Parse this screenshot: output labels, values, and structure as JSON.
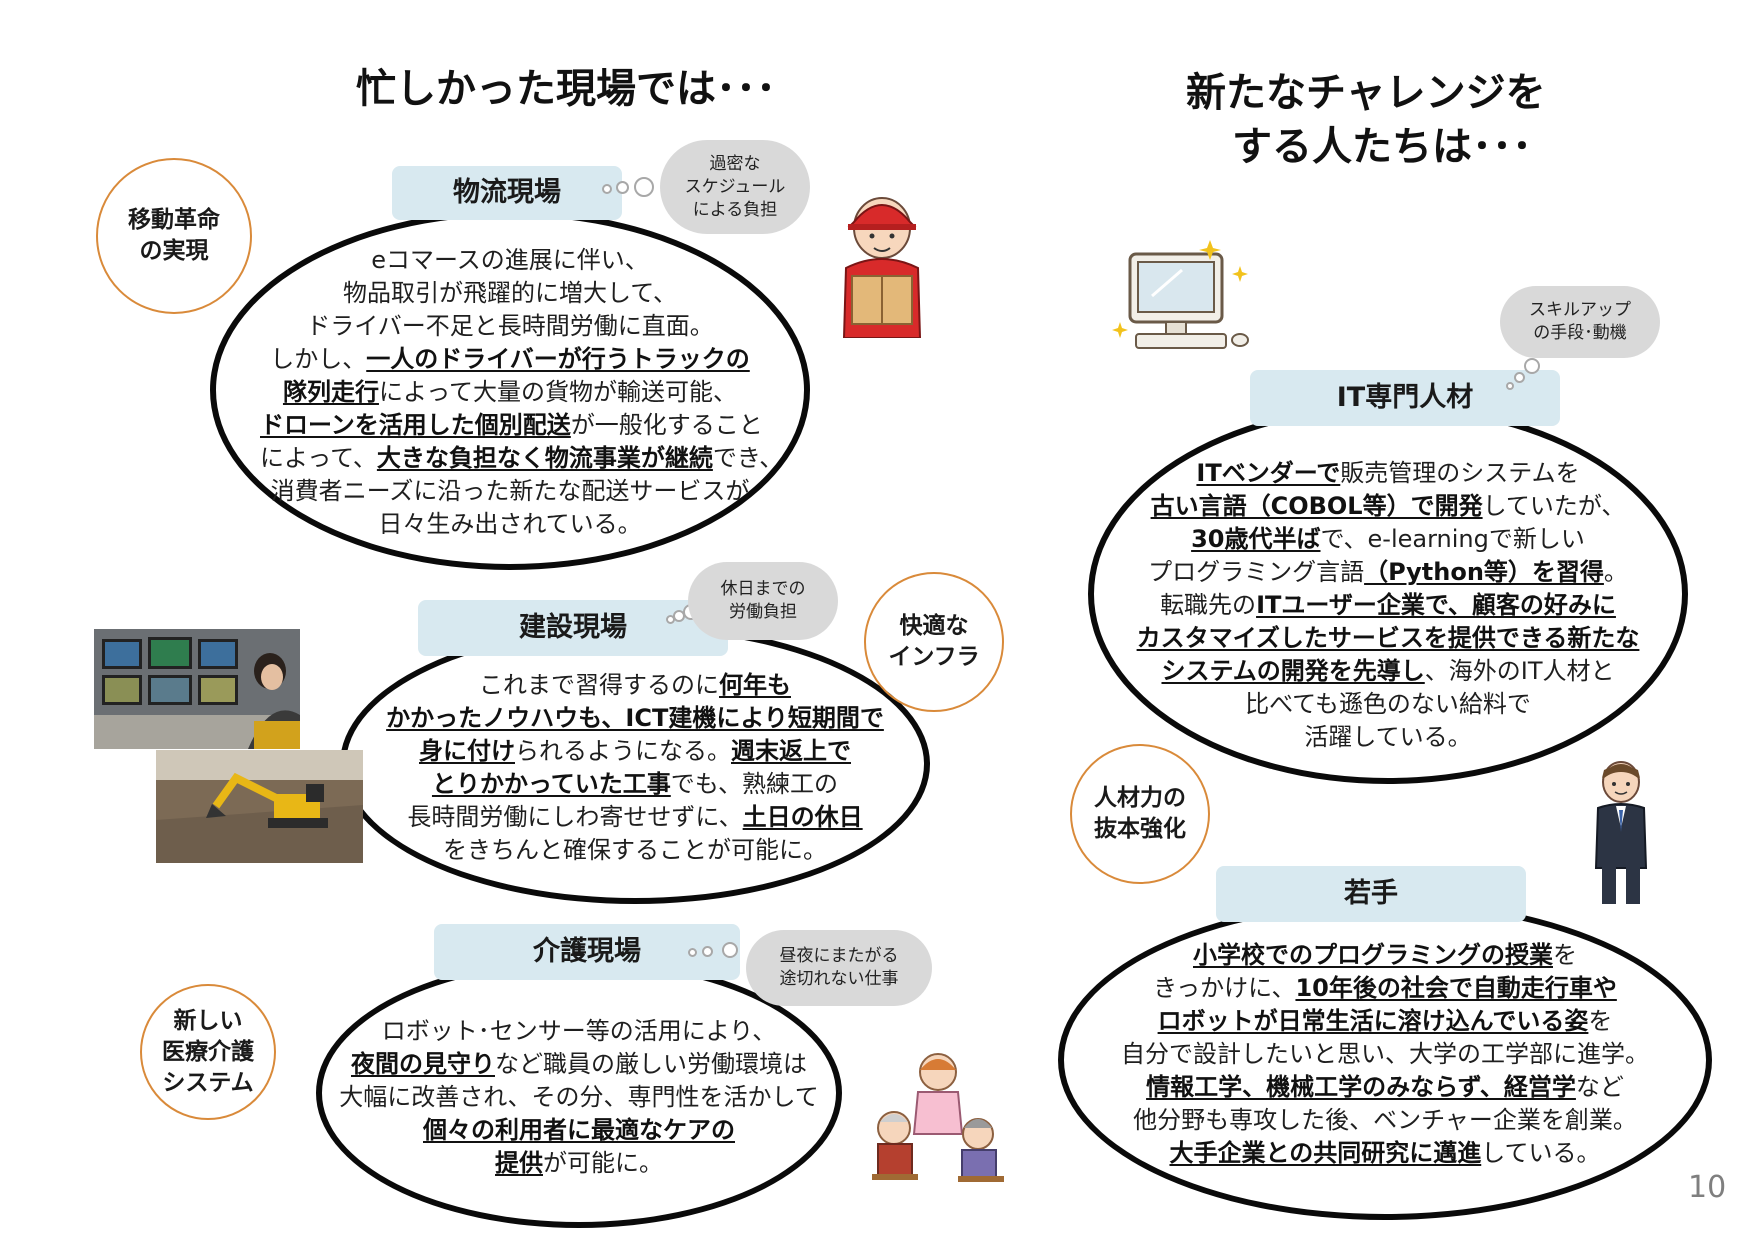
{
  "page_number": "10",
  "left": {
    "heading": "忙しかった現場では･･･",
    "sections": [
      {
        "label": "物流現場",
        "cloud": [
          "過密な",
          "スケジュール",
          "による負担"
        ],
        "circle": [
          "移動革命",
          "の実現"
        ],
        "lines": [
          [
            {
              "t": "eコマースの進展に伴い、"
            }
          ],
          [
            {
              "t": "物品取引が飛躍的に増大して、"
            }
          ],
          [
            {
              "t": "ドライバー不足と長時間労働に直面。"
            }
          ],
          [
            {
              "t": "しかし、"
            },
            {
              "t": "一人のドライバーが行うトラックの",
              "b": true
            }
          ],
          [
            {
              "t": "隊列走行",
              "b": true
            },
            {
              "t": "によって大量の貨物が輸送可能、"
            }
          ],
          [
            {
              "t": "ドローンを活用した個別配送",
              "b": true
            },
            {
              "t": "が一般化すること"
            }
          ],
          [
            {
              "t": "によって、"
            },
            {
              "t": "大きな負担なく物流事業が継続",
              "b": true
            },
            {
              "t": "でき、"
            }
          ],
          [
            {
              "t": "消費者ニーズに沿った新たな配送サービスが"
            }
          ],
          [
            {
              "t": "日々生み出されている。"
            }
          ]
        ]
      },
      {
        "label": "建設現場",
        "cloud": [
          "休日までの",
          "労働負担"
        ],
        "circle": [
          "快適な",
          "インフラ"
        ],
        "lines": [
          [
            {
              "t": "これまで習得するのに"
            },
            {
              "t": "何年も",
              "b": true
            }
          ],
          [
            {
              "t": "かかったノウハウも、ICT建機により短期間で",
              "b": true
            }
          ],
          [
            {
              "t": "身に付け",
              "b": true
            },
            {
              "t": "られるようになる。"
            },
            {
              "t": "週末返上で",
              "b": true
            }
          ],
          [
            {
              "t": "とりかかっていた工事",
              "b": true
            },
            {
              "t": "でも、熟練工の"
            }
          ],
          [
            {
              "t": "長時間労働にしわ寄せせずに、"
            },
            {
              "t": "土日の休日",
              "b": true
            }
          ],
          [
            {
              "t": "をきちんと確保することが可能に。"
            }
          ]
        ]
      },
      {
        "label": "介護現場",
        "cloud": [
          "昼夜にまたがる",
          "途切れない仕事"
        ],
        "circle": [
          "新しい",
          "医療介護",
          "システム"
        ],
        "lines": [
          [
            {
              "t": "ロボット･センサー等の活用により、"
            }
          ],
          [
            {
              "t": "夜間の見守り",
              "b": true
            },
            {
              "t": "など職員の厳しい労働環境は"
            }
          ],
          [
            {
              "t": "大幅に改善され、その分、専門性を活かして"
            }
          ],
          [
            {
              "t": "個々の利用者に最適なケアの",
              "b": true
            }
          ],
          [
            {
              "t": "提供",
              "b": true
            },
            {
              "t": "が可能に。"
            }
          ]
        ]
      }
    ]
  },
  "right": {
    "heading": [
      "新たなチャレンジを",
      "する人たちは･･･"
    ],
    "sections": [
      {
        "label": "IT専門人材",
        "cloud": [
          "スキルアップ",
          "の手段･動機"
        ],
        "lines": [
          [
            {
              "t": "ITベンダーで",
              "b": true
            },
            {
              "t": "販売管理のシステムを"
            }
          ],
          [
            {
              "t": "古い言語（COBOL等）で開発",
              "b": true
            },
            {
              "t": "していたが、"
            }
          ],
          [
            {
              "t": "30歳代半ば",
              "b": true
            },
            {
              "t": "で、e-learningで新しい"
            }
          ],
          [
            {
              "t": "プログラミング言語"
            },
            {
              "t": "（Python等）を習得",
              "b": true
            },
            {
              "t": "。"
            }
          ],
          [
            {
              "t": "転職先の"
            },
            {
              "t": "ITユーザー企業で、顧客の好みに",
              "b": true
            }
          ],
          [
            {
              "t": "カスタマイズしたサービスを提供できる新たな",
              "b": true
            }
          ],
          [
            {
              "t": "システムの開発を先導し",
              "b": true
            },
            {
              "t": "、海外のIT人材と"
            }
          ],
          [
            {
              "t": "比べても遜色のない給料で"
            }
          ],
          [
            {
              "t": "活躍している。"
            }
          ]
        ]
      },
      {
        "label": "若手",
        "circle": [
          "人材力の",
          "抜本強化"
        ],
        "lines": [
          [
            {
              "t": "小学校でのプログラミングの授業",
              "b": true
            },
            {
              "t": "を"
            }
          ],
          [
            {
              "t": "きっかけに、"
            },
            {
              "t": "10年後の社会で自動走行車や",
              "b": true
            }
          ],
          [
            {
              "t": "ロボットが日常生活に溶け込んでいる姿",
              "b": true
            },
            {
              "t": "を"
            }
          ],
          [
            {
              "t": "自分で設計したいと思い、大学の工学部に進学。"
            }
          ],
          [
            {
              "t": "情報工学、機械工学のみならず、経営学",
              "b": true
            },
            {
              "t": "など"
            }
          ],
          [
            {
              "t": "他分野も専攻した後、ベンチャー企業を創業。"
            }
          ],
          [
            {
              "t": "大手企業との共同研究に邁進",
              "b": true
            },
            {
              "t": "している。"
            }
          ]
        ]
      }
    ]
  }
}
